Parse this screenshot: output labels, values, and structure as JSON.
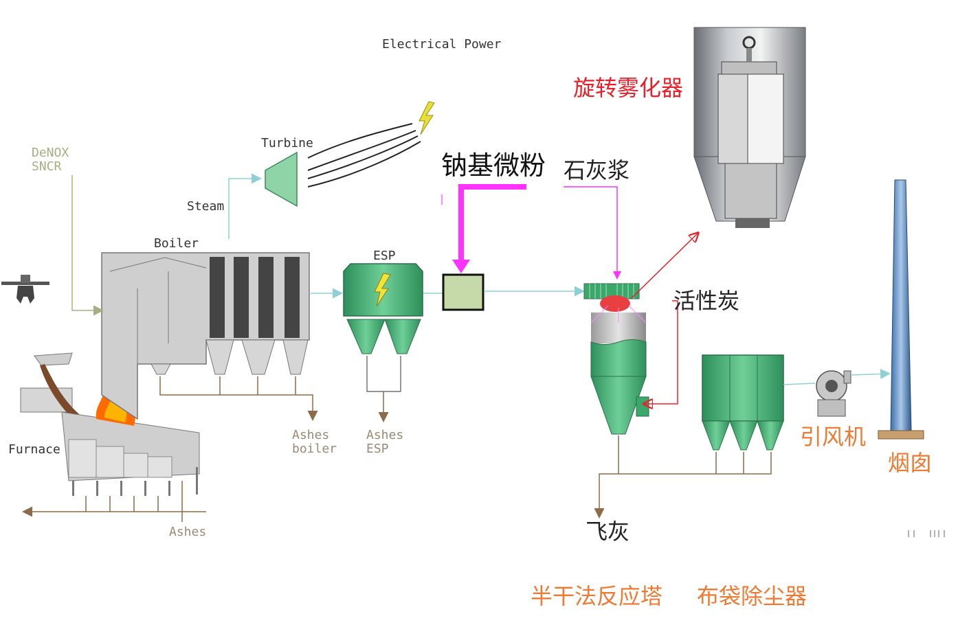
{
  "labels": {
    "electrical_power": "Electrical Power",
    "turbine": "Turbine",
    "steam": "Steam",
    "boiler": "Boiler",
    "denox_line1": "DeNOX",
    "denox_line2": "SNCR",
    "esp": "ESP",
    "furnace": "Furnace",
    "ashes": "Ashes",
    "ashes_boiler_line1": "Ashes",
    "ashes_boiler_line2": "boiler",
    "ashes_esp_line1": "Ashes",
    "ashes_esp_line2": "ESP",
    "sodium_powder": "钠基微粉",
    "lime_slurry": "石灰浆",
    "rotary_atomizer": "旋转雾化器",
    "activated_carbon": "活性炭",
    "induced_draft_fan": "引风机",
    "chimney": "烟囱",
    "fly_ash": "飞灰",
    "semi_dry_reactor": "半干法反应塔",
    "bag_filter": "布袋除尘器"
  },
  "colors": {
    "equipment_green": "#3aa86b",
    "boiler_gray": "#c8c8c8",
    "magenta": "#ff33ff",
    "red_arrow": "#e8202a",
    "orange_text": "#ee7a33",
    "ash_line": "#8b6b4a",
    "flow_line": "#8fd0d6"
  },
  "icons": [
    "crane-grab-icon",
    "lightning-icon",
    "fire-icon",
    "fan-icon"
  ]
}
